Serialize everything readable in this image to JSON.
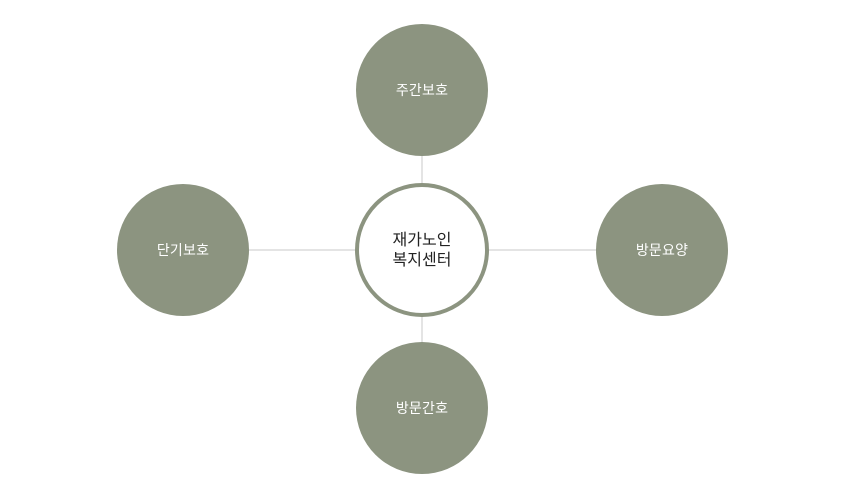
{
  "colors": {
    "satellite_fill": "#8c9480",
    "center_border": "#8c9480",
    "connector": "#c8c8c8",
    "satellite_text": "#ffffff"
  },
  "center": {
    "line1": "재가노인",
    "line2": "복지센터"
  },
  "nodes": {
    "top": {
      "label": "주간보호"
    },
    "left": {
      "label": "단기보호"
    },
    "right": {
      "label": "방문요양"
    },
    "bottom": {
      "label": "방문간호"
    }
  }
}
